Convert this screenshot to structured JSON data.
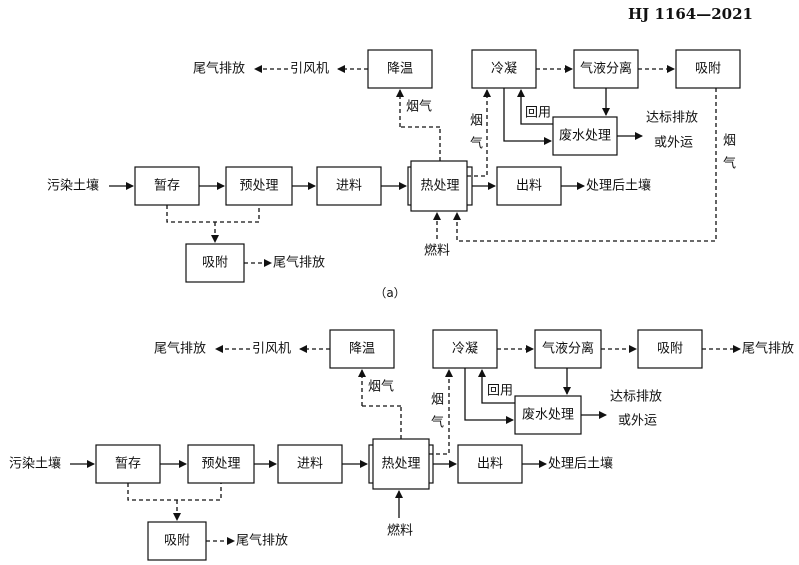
{
  "header": {
    "standard_no": "HJ 1164—2021"
  },
  "diagram_a": {
    "caption": "（a）",
    "boxes": {
      "cooling": "降温",
      "condense": "冷凝",
      "gas_liquid": "气液分离",
      "adsorb_top": "吸附",
      "wastewater": "废水处理",
      "storage": "暂存",
      "pretreat": "预处理",
      "feed": "进料",
      "thermal": "热处理",
      "discharge": "出料",
      "adsorb_bottom": "吸附"
    },
    "labels": {
      "exhaust_left": "尾气排放",
      "fan": "引风机",
      "flue_gas_1": "烟气",
      "flue_gas_2a": "烟",
      "flue_gas_2b": "气",
      "reuse": "回用",
      "discharge_std": "达标排放",
      "or_transport": "或外运",
      "flue_gas_3a": "烟",
      "flue_gas_3b": "气",
      "soil_in": "污染土壤",
      "soil_out": "处理后土壤",
      "fuel": "燃料",
      "exhaust_bottom": "尾气排放"
    }
  },
  "diagram_b": {
    "boxes": {
      "cooling": "降温",
      "condense": "冷凝",
      "gas_liquid": "气液分离",
      "adsorb_top": "吸附",
      "wastewater": "废水处理",
      "storage": "暂存",
      "pretreat": "预处理",
      "feed": "进料",
      "thermal": "热处理",
      "discharge": "出料",
      "adsorb_bottom": "吸附"
    },
    "labels": {
      "exhaust_left": "尾气排放",
      "fan": "引风机",
      "exhaust_right": "尾气排放",
      "flue_gas_1": "烟气",
      "flue_gas_2a": "烟",
      "flue_gas_2b": "气",
      "reuse": "回用",
      "discharge_std": "达标排放",
      "or_transport": "或外运",
      "soil_in": "污染土壤",
      "soil_out": "处理后土壤",
      "fuel": "燃料",
      "exhaust_bottom": "尾气排放"
    }
  }
}
